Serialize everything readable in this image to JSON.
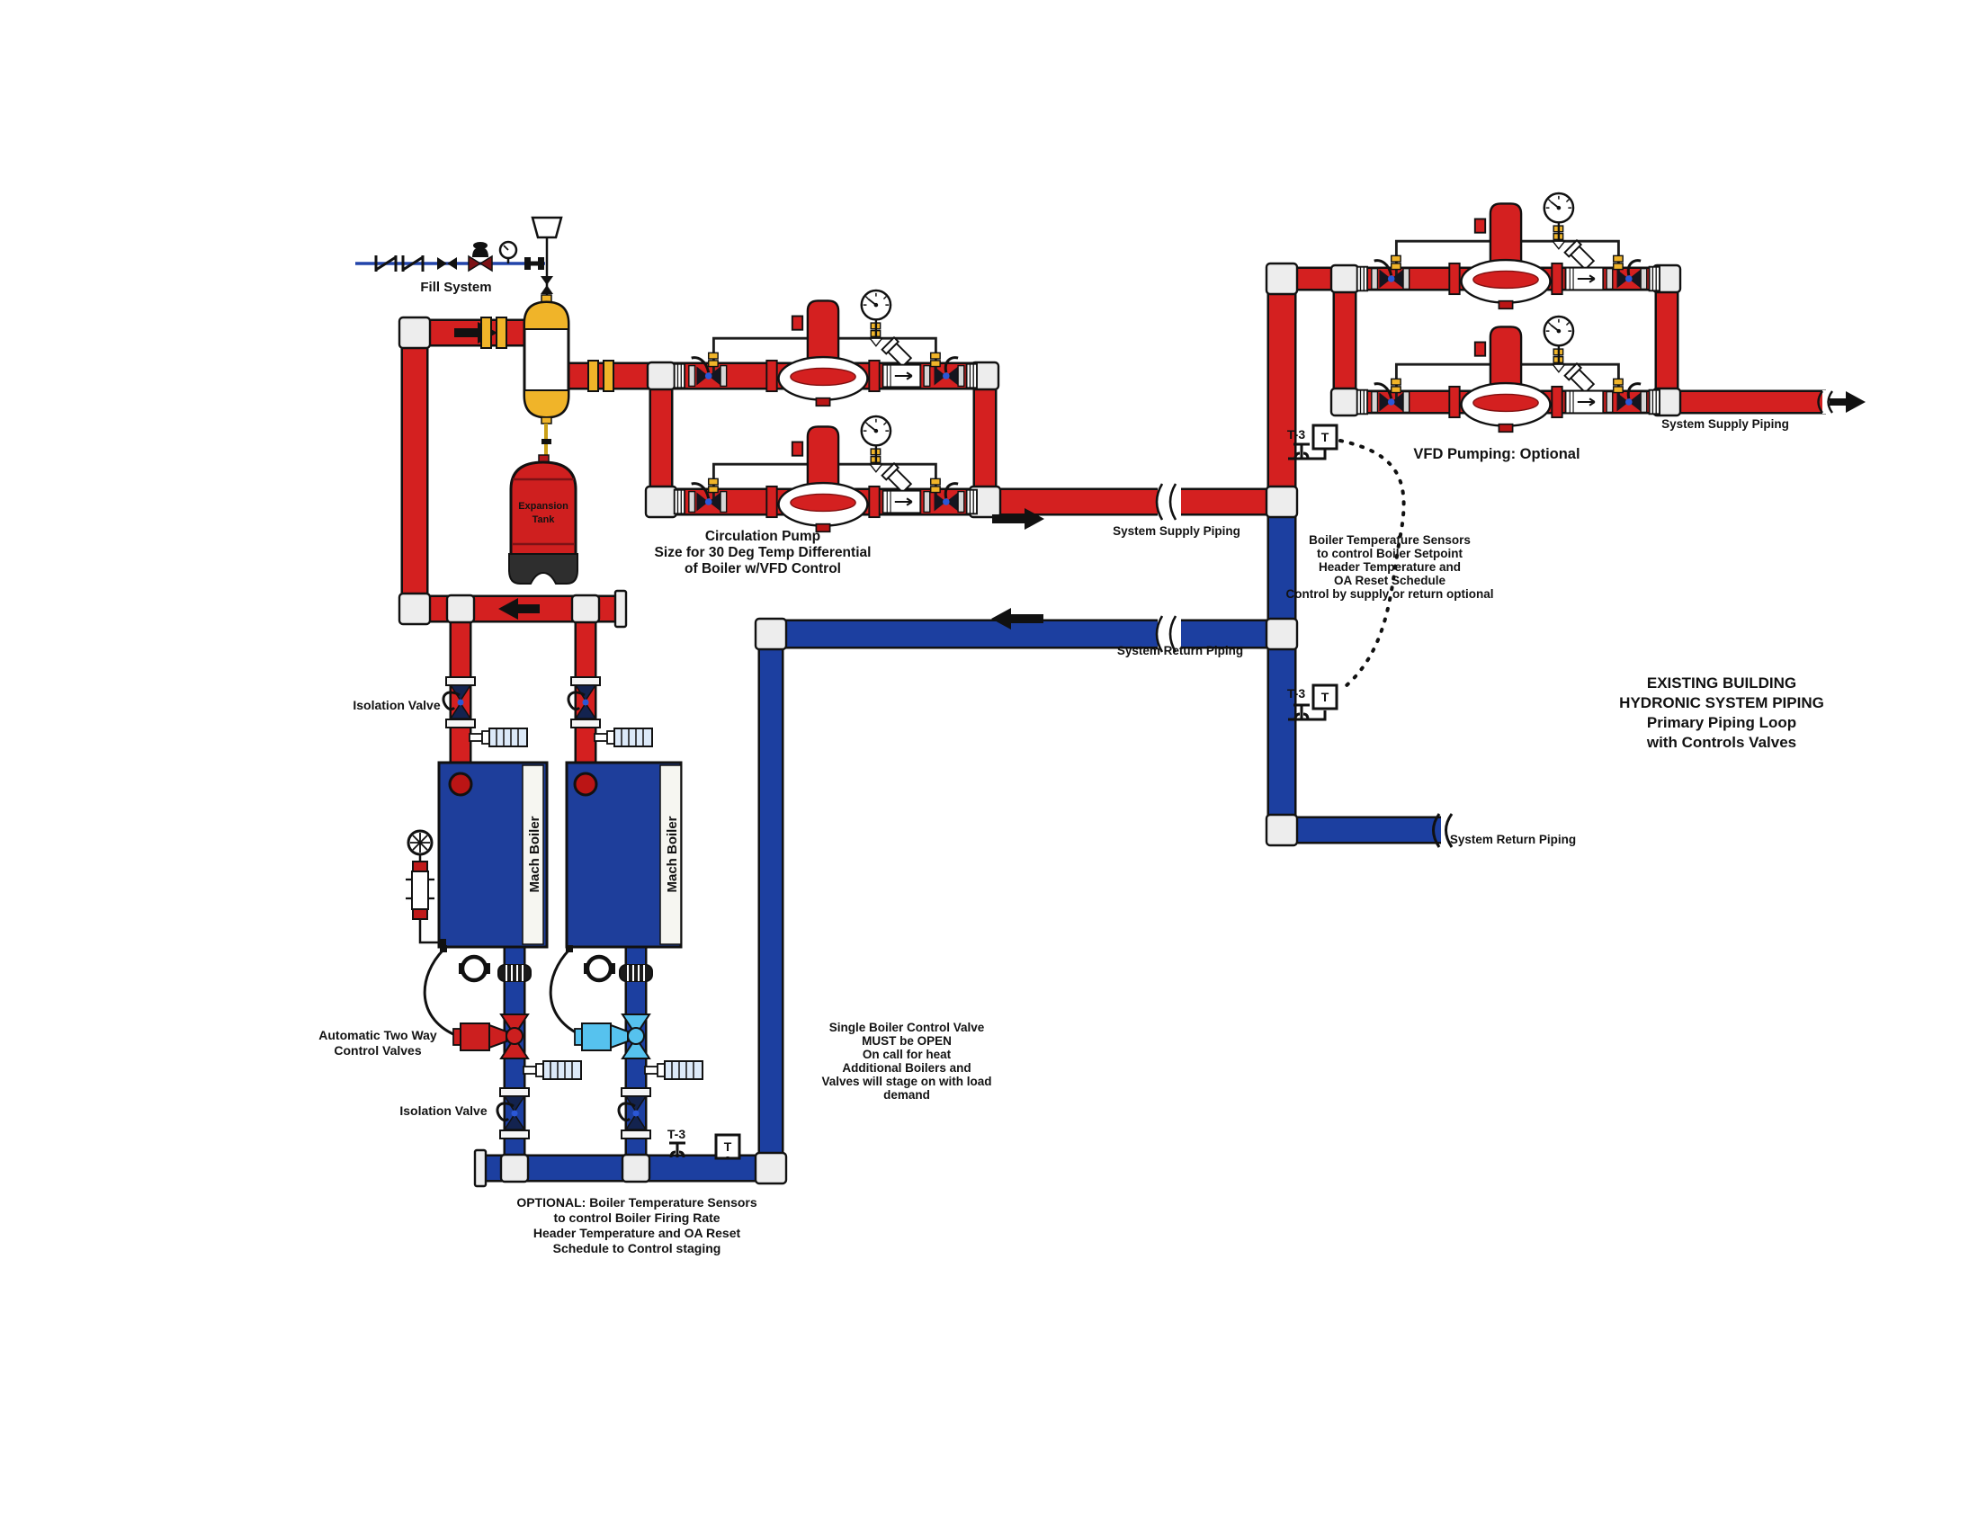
{
  "title": {
    "lines": [
      "EXISTING BUILDING",
      "HYDRONIC SYSTEM PIPING",
      "Primary Piping  Loop",
      "with Controls Valves"
    ]
  },
  "equipment": {
    "fill_system": "Fill System",
    "expansion_tank": [
      "Expansion",
      "Tank"
    ],
    "boiler_name": "Mach Boiler"
  },
  "piping_labels": {
    "system_supply_mid": "System Supply Piping",
    "system_return_mid": "System Return Piping",
    "system_supply_right": "System Supply Piping",
    "system_return_bottom_right": "System Return Piping"
  },
  "valve_labels": {
    "isolation_valve_top": "Isolation Valve",
    "isolation_valve_bottom": "Isolation Valve",
    "automatic_two_way": [
      "Automatic Two Way",
      "Control Valves"
    ]
  },
  "notes": {
    "circulation_pump": [
      "Circulation Pump",
      "Size for 30 Deg Temp Differential",
      "of Boiler w/VFD Control"
    ],
    "vfd_pumping": "VFD Pumping:  Optional",
    "boiler_sensors_right": [
      "Boiler Temperature Sensors",
      "to control Boiler Setpoint",
      "Header Temperature and",
      "OA Reset Schedule",
      "Control by supply or return optional"
    ],
    "single_boiler": [
      "Single Boiler Control Valve",
      "MUST be OPEN",
      "On call for heat",
      "Additional Boilers and",
      "Valves will stage on with load",
      "demand"
    ],
    "optional_sensors": [
      "OPTIONAL: Boiler Temperature Sensors",
      "to control Boiler Firing Rate",
      "Header Temperature and OA Reset",
      "Schedule to Control staging"
    ]
  },
  "sensors": {
    "tag": "T-3",
    "box": "T"
  },
  "colors": {
    "supply_red": "#d42020",
    "return_blue": "#1c3fa0",
    "boiler_blue": "#1e3e9b",
    "accent_yellow": "#f0b429",
    "control_valve_red": "#cc1f1f",
    "control_valve_blue": "#56c2ee"
  }
}
